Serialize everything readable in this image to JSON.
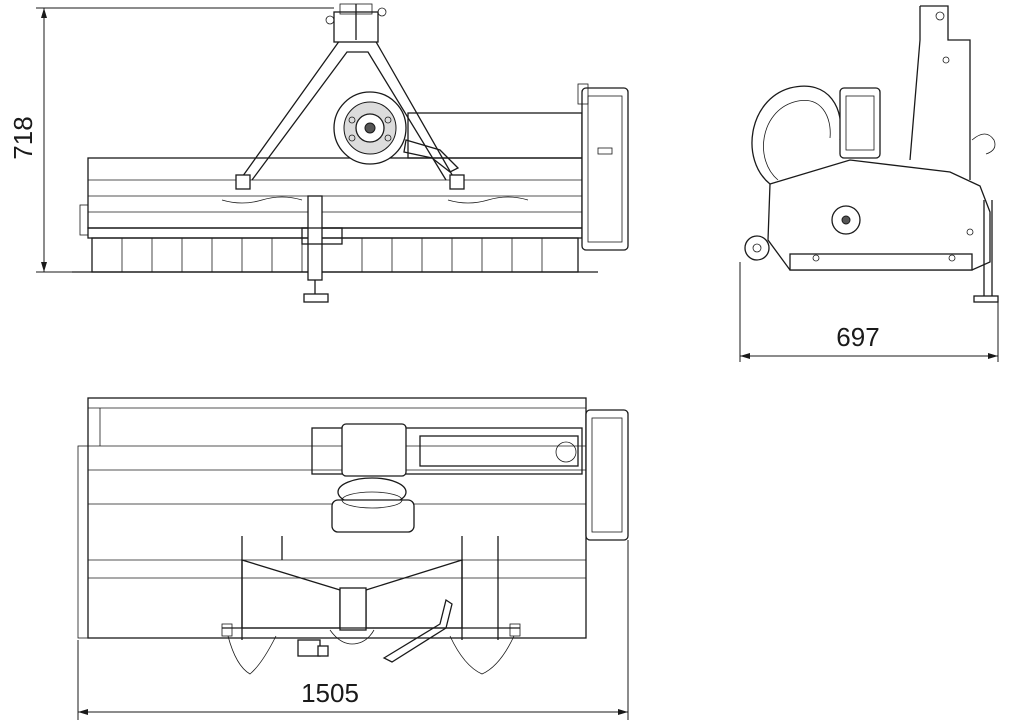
{
  "dimensions": {
    "height": "718",
    "depth": "697",
    "width": "1505"
  }
}
